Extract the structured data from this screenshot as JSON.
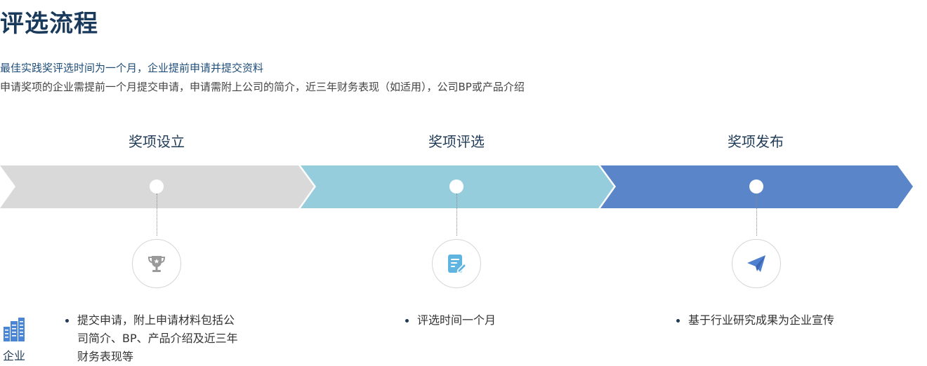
{
  "page": {
    "title": "评选流程",
    "subtitle": "最佳实践奖评选时间为一个月，企业提前申请并提交资料",
    "description": "申请奖项的企业需提前一个月提交申请，申请需附上公司的简介，近三年财务表现（如适用），公司BP或产品介绍"
  },
  "stages": [
    {
      "title": "奖项设立",
      "icon": "trophy-icon",
      "color": "#d9d9d9",
      "bullets": [
        "提交申请，附上申请材料包括公司简介、BP、产品介绍及近三年财务表现等"
      ]
    },
    {
      "title": "奖项评选",
      "icon": "edit-note-icon",
      "color": "#96cddc",
      "bullets": [
        "评选时间一个月"
      ]
    },
    {
      "title": "奖项发布",
      "icon": "paper-plane-icon",
      "color": "#5b85c9",
      "bullets": [
        "基于行业研究成果为企业宣传"
      ]
    }
  ],
  "company": {
    "label": "企业",
    "icon": "building-icon",
    "color": "#4a86d4"
  }
}
